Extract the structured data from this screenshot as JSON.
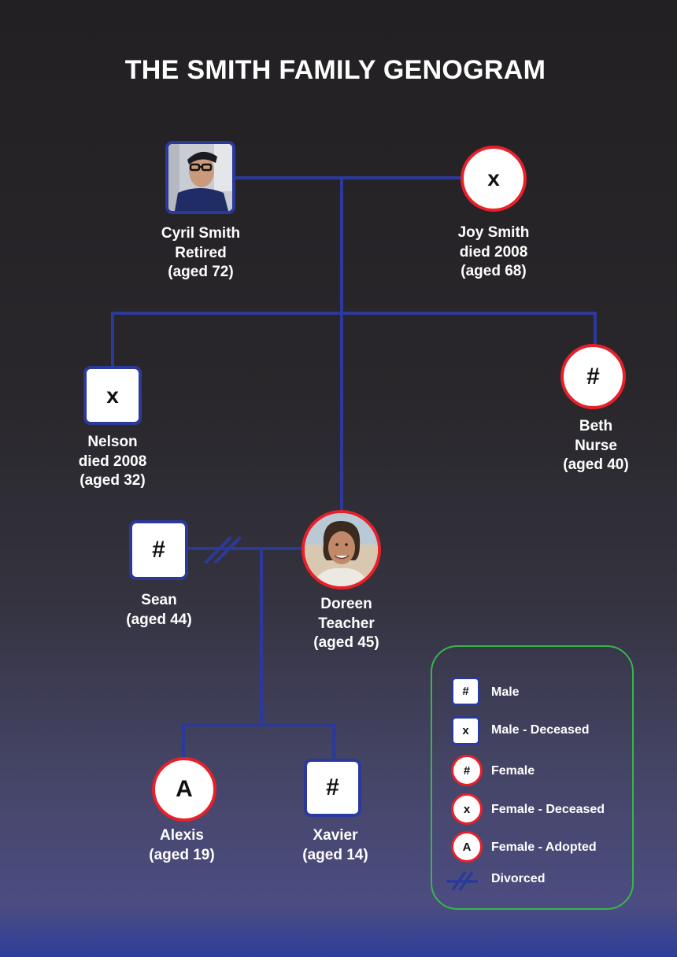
{
  "title": "THE SMITH FAMILY GENOGRAM",
  "colors": {
    "line": "#2b3a9a",
    "male_border": "#2b3a9a",
    "female_border": "#e8202a",
    "legend_border": "#3ab54a"
  },
  "people": {
    "cyril": {
      "lines": [
        "Cyril Smith",
        "Retired",
        "(aged 72)"
      ],
      "symbol": "",
      "photo": "elderly-man-photo"
    },
    "joy": {
      "lines": [
        "Joy Smith",
        "died 2008",
        "(aged 68)"
      ],
      "symbol": "x"
    },
    "nelson": {
      "lines": [
        "Nelson",
        "died 2008",
        "(aged 32)"
      ],
      "symbol": "x"
    },
    "beth": {
      "lines": [
        "Beth",
        "Nurse",
        "(aged 40)"
      ],
      "symbol": "#"
    },
    "sean": {
      "lines": [
        "Sean",
        "(aged 44)"
      ],
      "symbol": "#"
    },
    "doreen": {
      "lines": [
        "Doreen",
        "Teacher",
        "(aged 45)"
      ],
      "symbol": "",
      "photo": "woman-photo"
    },
    "alexis": {
      "lines": [
        "Alexis",
        "(aged 19)"
      ],
      "symbol": "A"
    },
    "xavier": {
      "lines": [
        "Xavier",
        "(aged 14)"
      ],
      "symbol": "#"
    }
  },
  "legend": {
    "items": [
      {
        "symbol": "#",
        "label": "Male"
      },
      {
        "symbol": "x",
        "label": "Male - Deceased"
      },
      {
        "symbol": "#",
        "label": "Female"
      },
      {
        "symbol": "x",
        "label": "Female - Deceased"
      },
      {
        "symbol": "A",
        "label": "Female - Adopted"
      },
      {
        "symbol": "",
        "label": "Divorced"
      }
    ]
  }
}
